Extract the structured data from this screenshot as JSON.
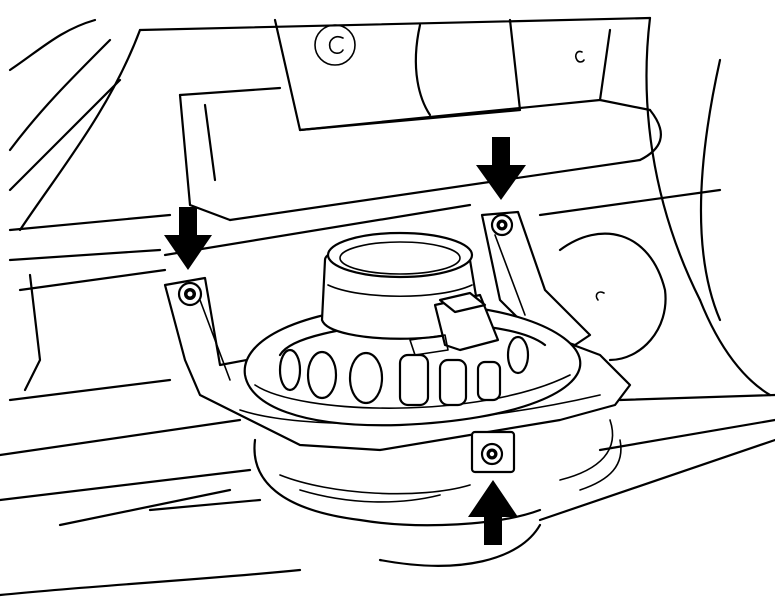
{
  "figure": {
    "background": "#ffffff",
    "line_color": "#000000",
    "subject": "speaker-mounting",
    "fasteners": 3,
    "pointer_arrows": 3
  }
}
